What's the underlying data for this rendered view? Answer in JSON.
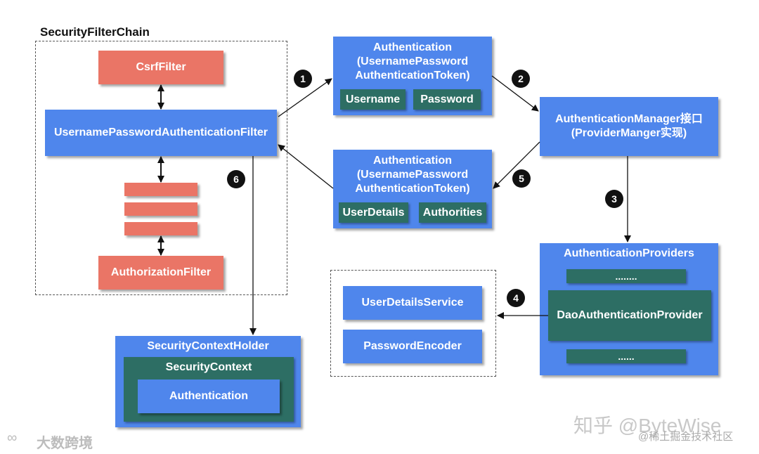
{
  "filter_chain": {
    "title": "SecurityFilterChain",
    "csrf_filter": "CsrfFilter",
    "upaf": "UsernamePasswordAuthenticationFilter",
    "authorization_filter": "AuthorizationFilter"
  },
  "auth_request": {
    "line1": "Authentication",
    "line2": "(UsernamePassword",
    "line3": "AuthenticationToken)",
    "field1": "Username",
    "field2": "Password"
  },
  "auth_result": {
    "line1": "Authentication",
    "line2": "(UsernamePassword",
    "line3": "AuthenticationToken)",
    "field1": "UserDetails",
    "field2": "Authorities"
  },
  "manager": {
    "line1": "AuthenticationManager接口",
    "line2": "(ProviderManger实现)"
  },
  "providers": {
    "title": "AuthenticationProviders",
    "dots_top": "........",
    "dao": "DaoAuthenticationProvider",
    "dots_bottom": "......"
  },
  "services": {
    "user_details_service": "UserDetailsService",
    "password_encoder": "PasswordEncoder"
  },
  "context_holder": {
    "title": "SecurityContextHolder",
    "context": "SecurityContext",
    "authentication": "Authentication"
  },
  "steps": [
    "1",
    "2",
    "3",
    "4",
    "5",
    "6"
  ],
  "watermarks": {
    "left": "大数跨境",
    "zhihu": "知乎 @ByteWise",
    "juejin": "@稀土掘金技术社区"
  },
  "colors": {
    "blue": "#4f86ec",
    "red": "#ea7566",
    "green": "#2d6e64",
    "badge": "#111111"
  }
}
